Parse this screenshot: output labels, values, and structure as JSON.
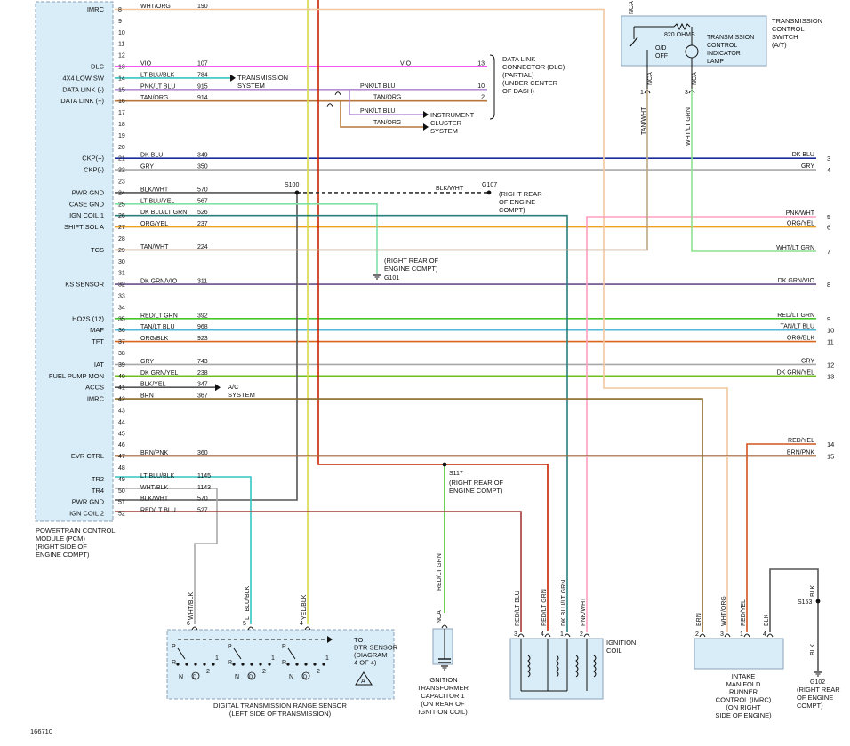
{
  "figure_id": "166710",
  "colors": {
    "VIO": "#ee22ee",
    "LT BLU/BLK": "#33c6c2",
    "PNK/LT BLU": "#b58fd6",
    "TAN/ORG": "#b7773a",
    "DK BLU": "#1a2c9c",
    "GRY": "#a8a8a8",
    "BLK/WHT": "#555555",
    "LT BLU/YEL": "#7fe0a8",
    "DK BLU/LT GRN": "#2a7f7c",
    "ORG/YEL": "#f0a020",
    "TAN/WHT": "#bfa680",
    "DK GRN/VIO": "#6a4f8a",
    "RED/LT GRN": "#46c62a",
    "TAN/LT BLU": "#4fb8d8",
    "ORG/BLK": "#d9641a",
    "DK GRN/YEL": "#6fbf1f",
    "BLK/YEL": "#555555",
    "BRN": "#8a6a2a",
    "BRN/PNK": "#a0623a",
    "RED/LT BLU": "#a33a3a",
    "WHT/BLK": "#aaaaaa",
    "PNK/WHT": "#ff9ebf",
    "WHT/LT GRN": "#8fe08f",
    "WHT/ORG": "#f2c7a0",
    "RED/YEL": "#d2551e",
    "YEL/BLK": "#d9d94a",
    "RED": "#cc2200",
    "BLK": "#555555"
  },
  "pcm": {
    "name_lines": [
      "POWERTRAIN CONTROL",
      "MODULE (PCM)",
      "(RIGHT SIDE OF",
      "ENGINE COMPT)"
    ],
    "pins": [
      {
        "pin": "8",
        "func": "IMRC",
        "color": "WHT/ORG",
        "circuit": "190"
      },
      {
        "pin": "9",
        "func": "",
        "color": "",
        "circuit": ""
      },
      {
        "pin": "10",
        "func": "",
        "color": "",
        "circuit": ""
      },
      {
        "pin": "11",
        "func": "",
        "color": "",
        "circuit": ""
      },
      {
        "pin": "12",
        "func": "",
        "color": "",
        "circuit": ""
      },
      {
        "pin": "13",
        "func": "DLC",
        "color": "VIO",
        "circuit": "107"
      },
      {
        "pin": "14",
        "func": "4X4 LOW SW",
        "color": "LT BLU/BLK",
        "circuit": "784"
      },
      {
        "pin": "15",
        "func": "DATA LINK (-)",
        "color": "PNK/LT BLU",
        "circuit": "915"
      },
      {
        "pin": "16",
        "func": "DATA LINK (+)",
        "color": "TAN/ORG",
        "circuit": "914"
      },
      {
        "pin": "17",
        "func": "",
        "color": "",
        "circuit": ""
      },
      {
        "pin": "18",
        "func": "",
        "color": "",
        "circuit": ""
      },
      {
        "pin": "19",
        "func": "",
        "color": "",
        "circuit": ""
      },
      {
        "pin": "20",
        "func": "",
        "color": "",
        "circuit": ""
      },
      {
        "pin": "21",
        "func": "CKP(+)",
        "color": "DK BLU",
        "circuit": "349"
      },
      {
        "pin": "22",
        "func": "CKP(-)",
        "color": "GRY",
        "circuit": "350"
      },
      {
        "pin": "23",
        "func": "",
        "color": "",
        "circuit": ""
      },
      {
        "pin": "24",
        "func": "PWR GND",
        "color": "BLK/WHT",
        "circuit": "570"
      },
      {
        "pin": "25",
        "func": "CASE GND",
        "color": "LT BLU/YEL",
        "circuit": "567"
      },
      {
        "pin": "26",
        "func": "IGN COIL 1",
        "color": "DK BLU/LT GRN",
        "circuit": "526"
      },
      {
        "pin": "27",
        "func": "SHIFT SOL A",
        "color": "ORG/YEL",
        "circuit": "237"
      },
      {
        "pin": "28",
        "func": "",
        "color": "",
        "circuit": ""
      },
      {
        "pin": "29",
        "func": "TCS",
        "color": "TAN/WHT",
        "circuit": "224"
      },
      {
        "pin": "30",
        "func": "",
        "color": "",
        "circuit": ""
      },
      {
        "pin": "31",
        "func": "",
        "color": "",
        "circuit": ""
      },
      {
        "pin": "32",
        "func": "KS SENSOR",
        "color": "DK GRN/VIO",
        "circuit": "311"
      },
      {
        "pin": "33",
        "func": "",
        "color": "",
        "circuit": ""
      },
      {
        "pin": "34",
        "func": "",
        "color": "",
        "circuit": ""
      },
      {
        "pin": "35",
        "func": "HO2S (12)",
        "color": "RED/LT GRN",
        "circuit": "392"
      },
      {
        "pin": "36",
        "func": "MAF",
        "color": "TAN/LT BLU",
        "circuit": "968"
      },
      {
        "pin": "37",
        "func": "TFT",
        "color": "ORG/BLK",
        "circuit": "923"
      },
      {
        "pin": "38",
        "func": "",
        "color": "",
        "circuit": ""
      },
      {
        "pin": "39",
        "func": "IAT",
        "color": "GRY",
        "circuit": "743"
      },
      {
        "pin": "40",
        "func": "FUEL PUMP MON",
        "color": "DK GRN/YEL",
        "circuit": "238"
      },
      {
        "pin": "41",
        "func": "ACCS",
        "color": "BLK/YEL",
        "circuit": "347"
      },
      {
        "pin": "42",
        "func": "IMRC",
        "color": "BRN",
        "circuit": "367"
      },
      {
        "pin": "43",
        "func": "",
        "color": "",
        "circuit": ""
      },
      {
        "pin": "44",
        "func": "",
        "color": "",
        "circuit": ""
      },
      {
        "pin": "45",
        "func": "",
        "color": "",
        "circuit": ""
      },
      {
        "pin": "46",
        "func": "",
        "color": "",
        "circuit": ""
      },
      {
        "pin": "47",
        "func": "EVR CTRL",
        "color": "BRN/PNK",
        "circuit": "360"
      },
      {
        "pin": "48",
        "func": "",
        "color": "",
        "circuit": ""
      },
      {
        "pin": "49",
        "func": "TR2",
        "color": "LT BLU/BLK",
        "circuit": "1145"
      },
      {
        "pin": "50",
        "func": "TR4",
        "color": "WHT/BLK",
        "circuit": "1143"
      },
      {
        "pin": "51",
        "func": "PWR GND",
        "color": "BLK/WHT",
        "circuit": "570"
      },
      {
        "pin": "52",
        "func": "IGN COIL 2",
        "color": "RED/LT BLU",
        "circuit": "527"
      }
    ]
  },
  "right_edge": [
    {
      "num": "3",
      "color": "DK BLU"
    },
    {
      "num": "4",
      "color": "GRY"
    },
    {
      "num": "5",
      "color": "PNK/WHT"
    },
    {
      "num": "6",
      "color": "ORG/YEL"
    },
    {
      "num": "7",
      "color": "WHT/LT GRN"
    },
    {
      "num": "8",
      "color": "DK GRN/VIO"
    },
    {
      "num": "9",
      "color": "RED/LT GRN"
    },
    {
      "num": "10",
      "color": "TAN/LT BLU"
    },
    {
      "num": "11",
      "color": "ORG/BLK"
    },
    {
      "num": "12",
      "color": "GRY"
    },
    {
      "num": "13",
      "color": "DK GRN/YEL"
    },
    {
      "num": "14",
      "color": "RED/YEL"
    },
    {
      "num": "15",
      "color": "BRN/PNK"
    }
  ],
  "dlc": {
    "lines": [
      "DATA LINK",
      "CONNECTOR (DLC)",
      "(PARTIAL)",
      "(UNDER CENTER",
      "OF DASH)"
    ],
    "pin13": "13",
    "pin10": "10",
    "pin2": "2",
    "vio_label": "VIO",
    "pnk_label": "PNK/LT BLU",
    "tan_label": "TAN/ORG"
  },
  "trans_system": [
    "TRANSMISSION",
    "SYSTEM"
  ],
  "cluster": {
    "lines": [
      "INSTRUMENT",
      "CLUSTER",
      "SYSTEM"
    ],
    "pnk_label": "PNK/LT BLU",
    "tan_label": "TAN/ORG"
  },
  "ac_system": [
    "A/C",
    "SYSTEM"
  ],
  "splices": {
    "s100": "S100",
    "g107": "G107",
    "g107_lines": [
      "(RIGHT REAR",
      "OF ENGINE",
      "COMPT)"
    ],
    "g107_wire": "BLK/WHT",
    "g101": "G101",
    "g101_lines": [
      "(RIGHT REAR OF",
      "ENGINE COMPT)"
    ],
    "s117": "S117",
    "s117_lines": [
      "(RIGHT REAR OF",
      "ENGINE COMPT)"
    ],
    "s153": "S153",
    "g102": "G102",
    "g102_lines": [
      "(RIGHT REAR",
      "OF ENGINE",
      "COMPT)"
    ]
  },
  "tcs_switch": {
    "lines": [
      "TRANSMISSION",
      "CONTROL",
      "SWITCH",
      "(A/T)"
    ],
    "lamp_lines": [
      "TRANSMISSION",
      "CONTROL",
      "INDICATOR",
      "LAMP"
    ],
    "resistor": "820 OHMS",
    "od": "O/D",
    "off": "OFF",
    "nca": "NCA",
    "pin1": "1",
    "pin3": "3",
    "wire1": "TAN/WHT",
    "wire3": "WHT/LT GRN"
  },
  "dtr": {
    "title_lines": [
      "DIGITAL TRANSMISSION RANGE SENSOR",
      "(LEFT SIDE OF TRANSMISSION)"
    ],
    "to_lines": [
      "TO",
      "DTR SENSOR",
      "(DIAGRAM",
      "4 OF 4)"
    ],
    "ref": "A",
    "pins": [
      "6",
      "5",
      "4"
    ],
    "wires": [
      "WHT/BLK",
      "LT BLU/BLK",
      "YEL/BLK"
    ],
    "pos": [
      "P",
      "R",
      "N",
      "D",
      "1",
      "2"
    ]
  },
  "capacitor": {
    "lines": [
      "IGNITION",
      "TRANSFORMER",
      "CAPACITOR 1",
      "(ON REAR OF",
      "IGNITION COIL)"
    ],
    "wire": "RED/LT GRN",
    "nca": "NCA"
  },
  "coil": {
    "lines": [
      "IGNITION",
      "COIL"
    ],
    "pins": [
      "3",
      "4",
      "1",
      "2"
    ],
    "wires": [
      "RED/LT BLU",
      "RED/LT GRN",
      "DK BLU/LT GRN",
      "PNK/WHT"
    ]
  },
  "imrc": {
    "lines": [
      "INTAKE",
      "MANIFOLD",
      "RUNNER",
      "CONTROL (IMRC)",
      "(ON RIGHT",
      "SIDE OF ENGINE)"
    ],
    "pins": [
      "2",
      "3",
      "1",
      "4"
    ],
    "wires": [
      "BRN",
      "WHT/ORG",
      "RED/YEL",
      "BLK"
    ]
  },
  "blk_wires": [
    "BLK",
    "BLK"
  ]
}
